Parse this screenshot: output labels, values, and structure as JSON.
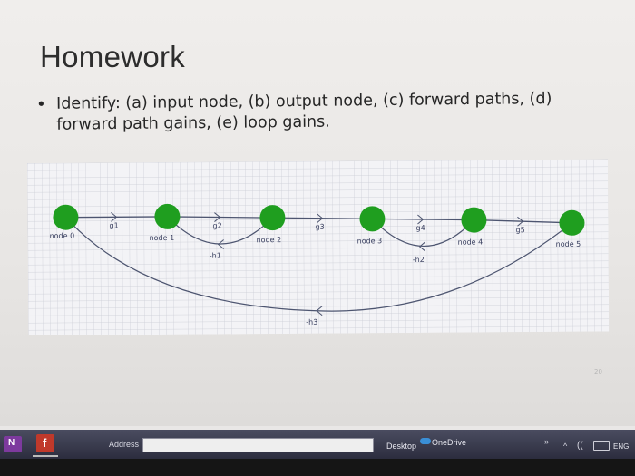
{
  "slide": {
    "title": "Homework",
    "bullet": "•",
    "text_line1": "Identify: (a) input node, (b) output node, (c) forward paths, (d)",
    "text_line2": "forward path gains, (e) loop gains.",
    "page_number": "20"
  },
  "diagram": {
    "node_color": "#1f9e1f",
    "nodes": [
      "node 0",
      "node 1",
      "node 2",
      "node 3",
      "node 4",
      "node 5"
    ],
    "forward_gains": [
      "g1",
      "g2",
      "g3",
      "g4",
      "g5"
    ],
    "feedback_gains": [
      "-h1",
      "-h2",
      "-h3"
    ]
  },
  "taskbar": {
    "onenote_icon": "onenote-icon",
    "onenote_glyph": "N",
    "facebook_icon": "facebook-icon",
    "facebook_glyph": "f",
    "address_label": "Address",
    "address_value": "",
    "desktop_label": "Desktop",
    "onedrive_label": "OneDrive",
    "chevron_glyph": "»",
    "caret_glyph": "^",
    "wifi_glyph": "((",
    "language": "ENG"
  }
}
